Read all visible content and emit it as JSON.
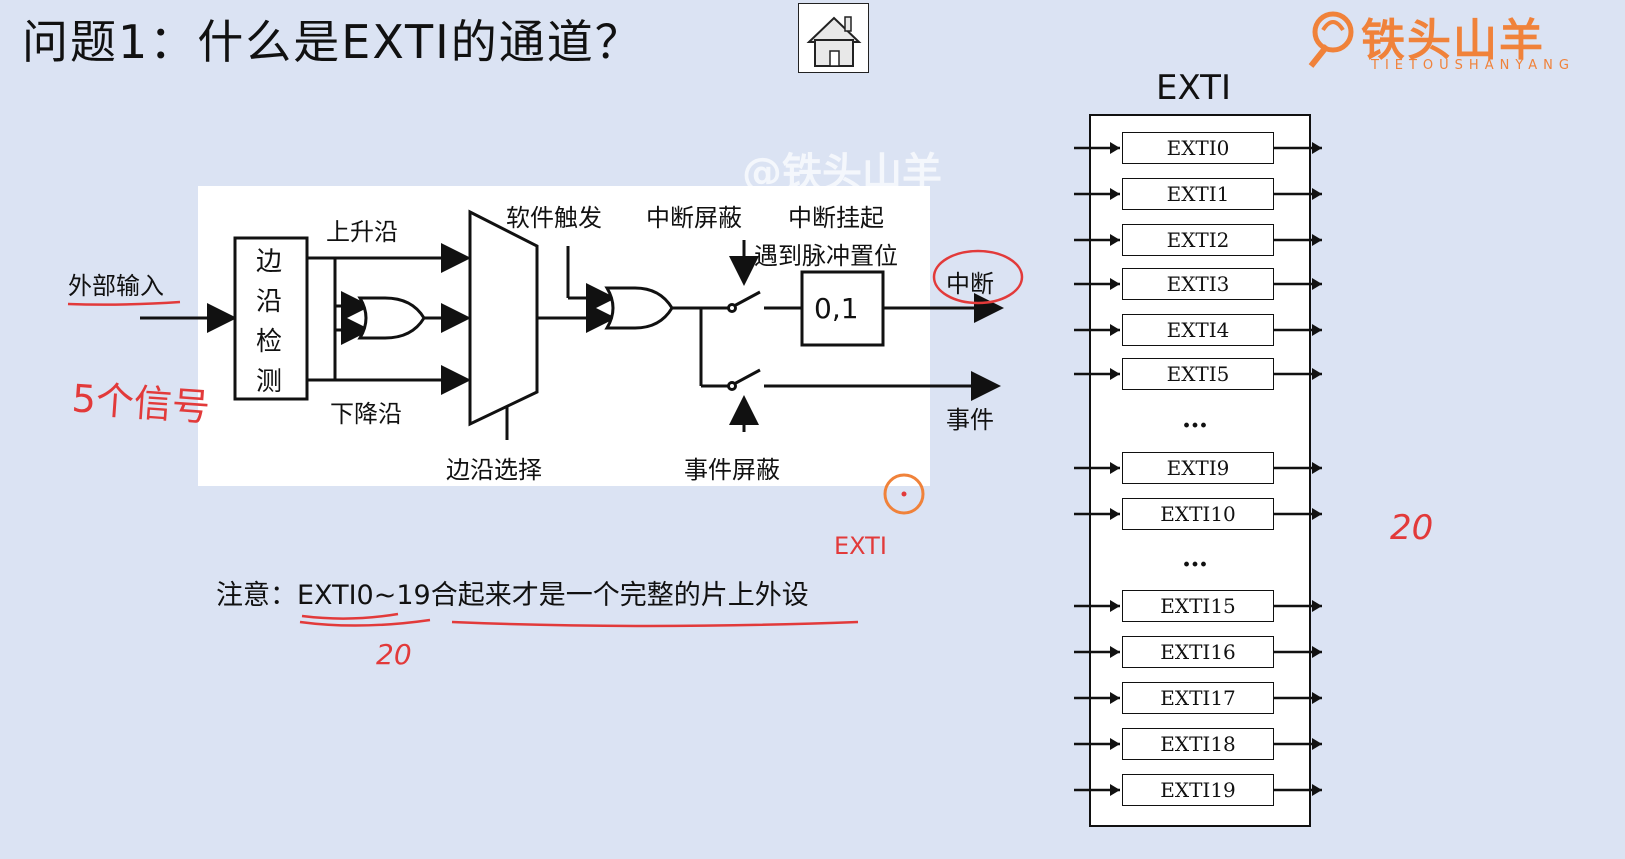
{
  "title": "问题1：什么是EXTI的通道？",
  "logo": {
    "text": "铁头山羊",
    "subtitle": "TIETOUSHANYANG"
  },
  "watermark": "@铁头山羊",
  "diagram": {
    "external_input": "外部输入",
    "edge_detect": [
      "边",
      "沿",
      "检",
      "测"
    ],
    "rising_edge": "上升沿",
    "falling_edge": "下降沿",
    "edge_select": "边沿选择",
    "software_trigger": "软件触发",
    "interrupt_mask": "中断屏蔽",
    "interrupt_pending": "中断挂起",
    "pulse_set": "遇到脉冲置位",
    "pending_value": "0,1",
    "interrupt": "中断",
    "event": "事件",
    "event_mask": "事件屏蔽"
  },
  "handwriting": {
    "signal_note": "5个信号",
    "event_note": "EXTI",
    "count_left": "20",
    "count_right": "20"
  },
  "note": {
    "prefix": "注意：",
    "code": "EXTI0~19",
    "rest": "合起来才是一个完整的片上外设"
  },
  "exti": {
    "title": "EXTI",
    "lines": [
      "EXTI0",
      "EXTI1",
      "EXTI2",
      "EXTI3",
      "EXTI4",
      "EXTI5",
      "EXTI9",
      "EXTI10",
      "EXTI15",
      "EXTI16",
      "EXTI17",
      "EXTI18",
      "EXTI19"
    ],
    "ellipsis": "…"
  }
}
